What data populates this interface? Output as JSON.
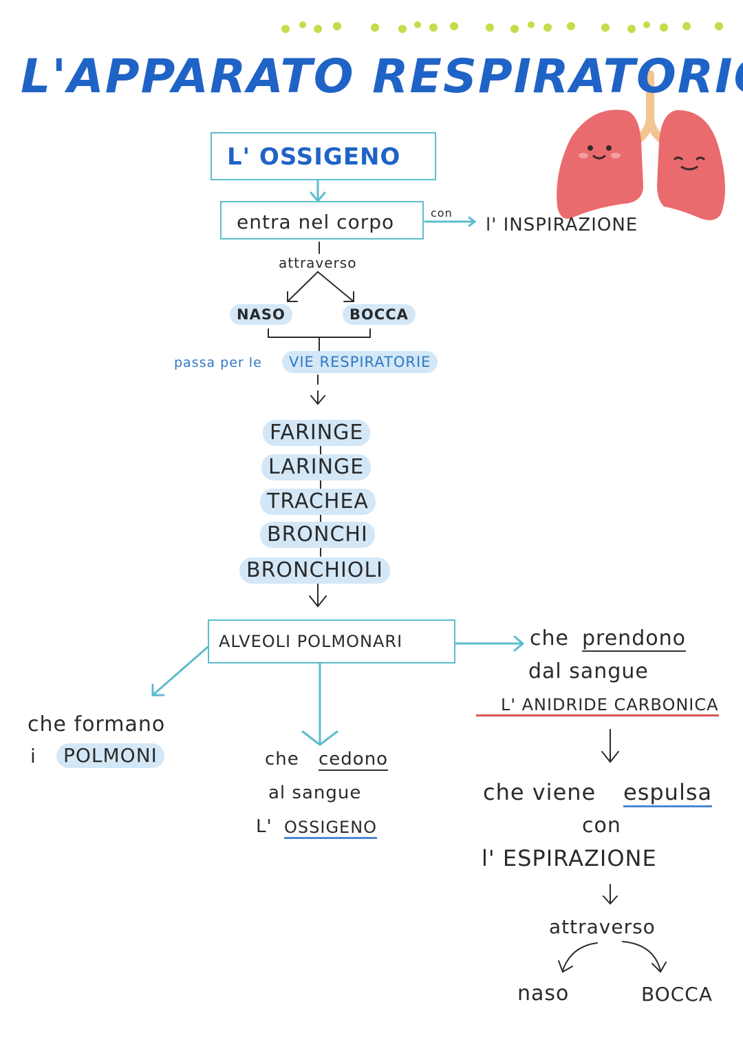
{
  "title": "L'APPARATO RESPIRATORIO",
  "top": {
    "ossigeno": "L' OSSIGENO",
    "entra": "entra nel corpo",
    "con": "con",
    "inspirazione": "l' INSPIRAZIONE",
    "attraverso": "attraverso",
    "naso": "NASO",
    "bocca": "BOCCA",
    "passa_per": "passa per le",
    "vie": "VIE RESPIRATORIE"
  },
  "vie_list": [
    "FARINGE",
    "LARINGE",
    "TRACHEA",
    "BRONCHI",
    "BRONCHIOLI"
  ],
  "alveoli": "ALVEOLI POLMONARI",
  "left_branch": {
    "line1": "che formano",
    "line2a": "i",
    "polmoni": "POLMONI"
  },
  "middle_branch": {
    "line1a": "che",
    "cedono": "cedono",
    "line2": "al  sangue",
    "line3a": "L'",
    "ossigeno": "OSSIGENO"
  },
  "right_branch": {
    "line1a": "che",
    "prendono": "prendono",
    "line2": "dal sangue",
    "anidride": "L' ANIDRIDE CARBONICA",
    "viene": "che viene",
    "espulsa": "espulsa",
    "con": "con",
    "espirazione": "l' ESPIRAZIONE",
    "attraverso": "attraverso",
    "naso": "naso",
    "bocca": "BOCCA"
  },
  "colors": {
    "title": "#1f63c6",
    "accent": "#5cbccc",
    "highlight": "#d3e7f7",
    "lung": "#ea6b6e",
    "trachea": "#f2c490",
    "dots": "#c6dc4a"
  }
}
